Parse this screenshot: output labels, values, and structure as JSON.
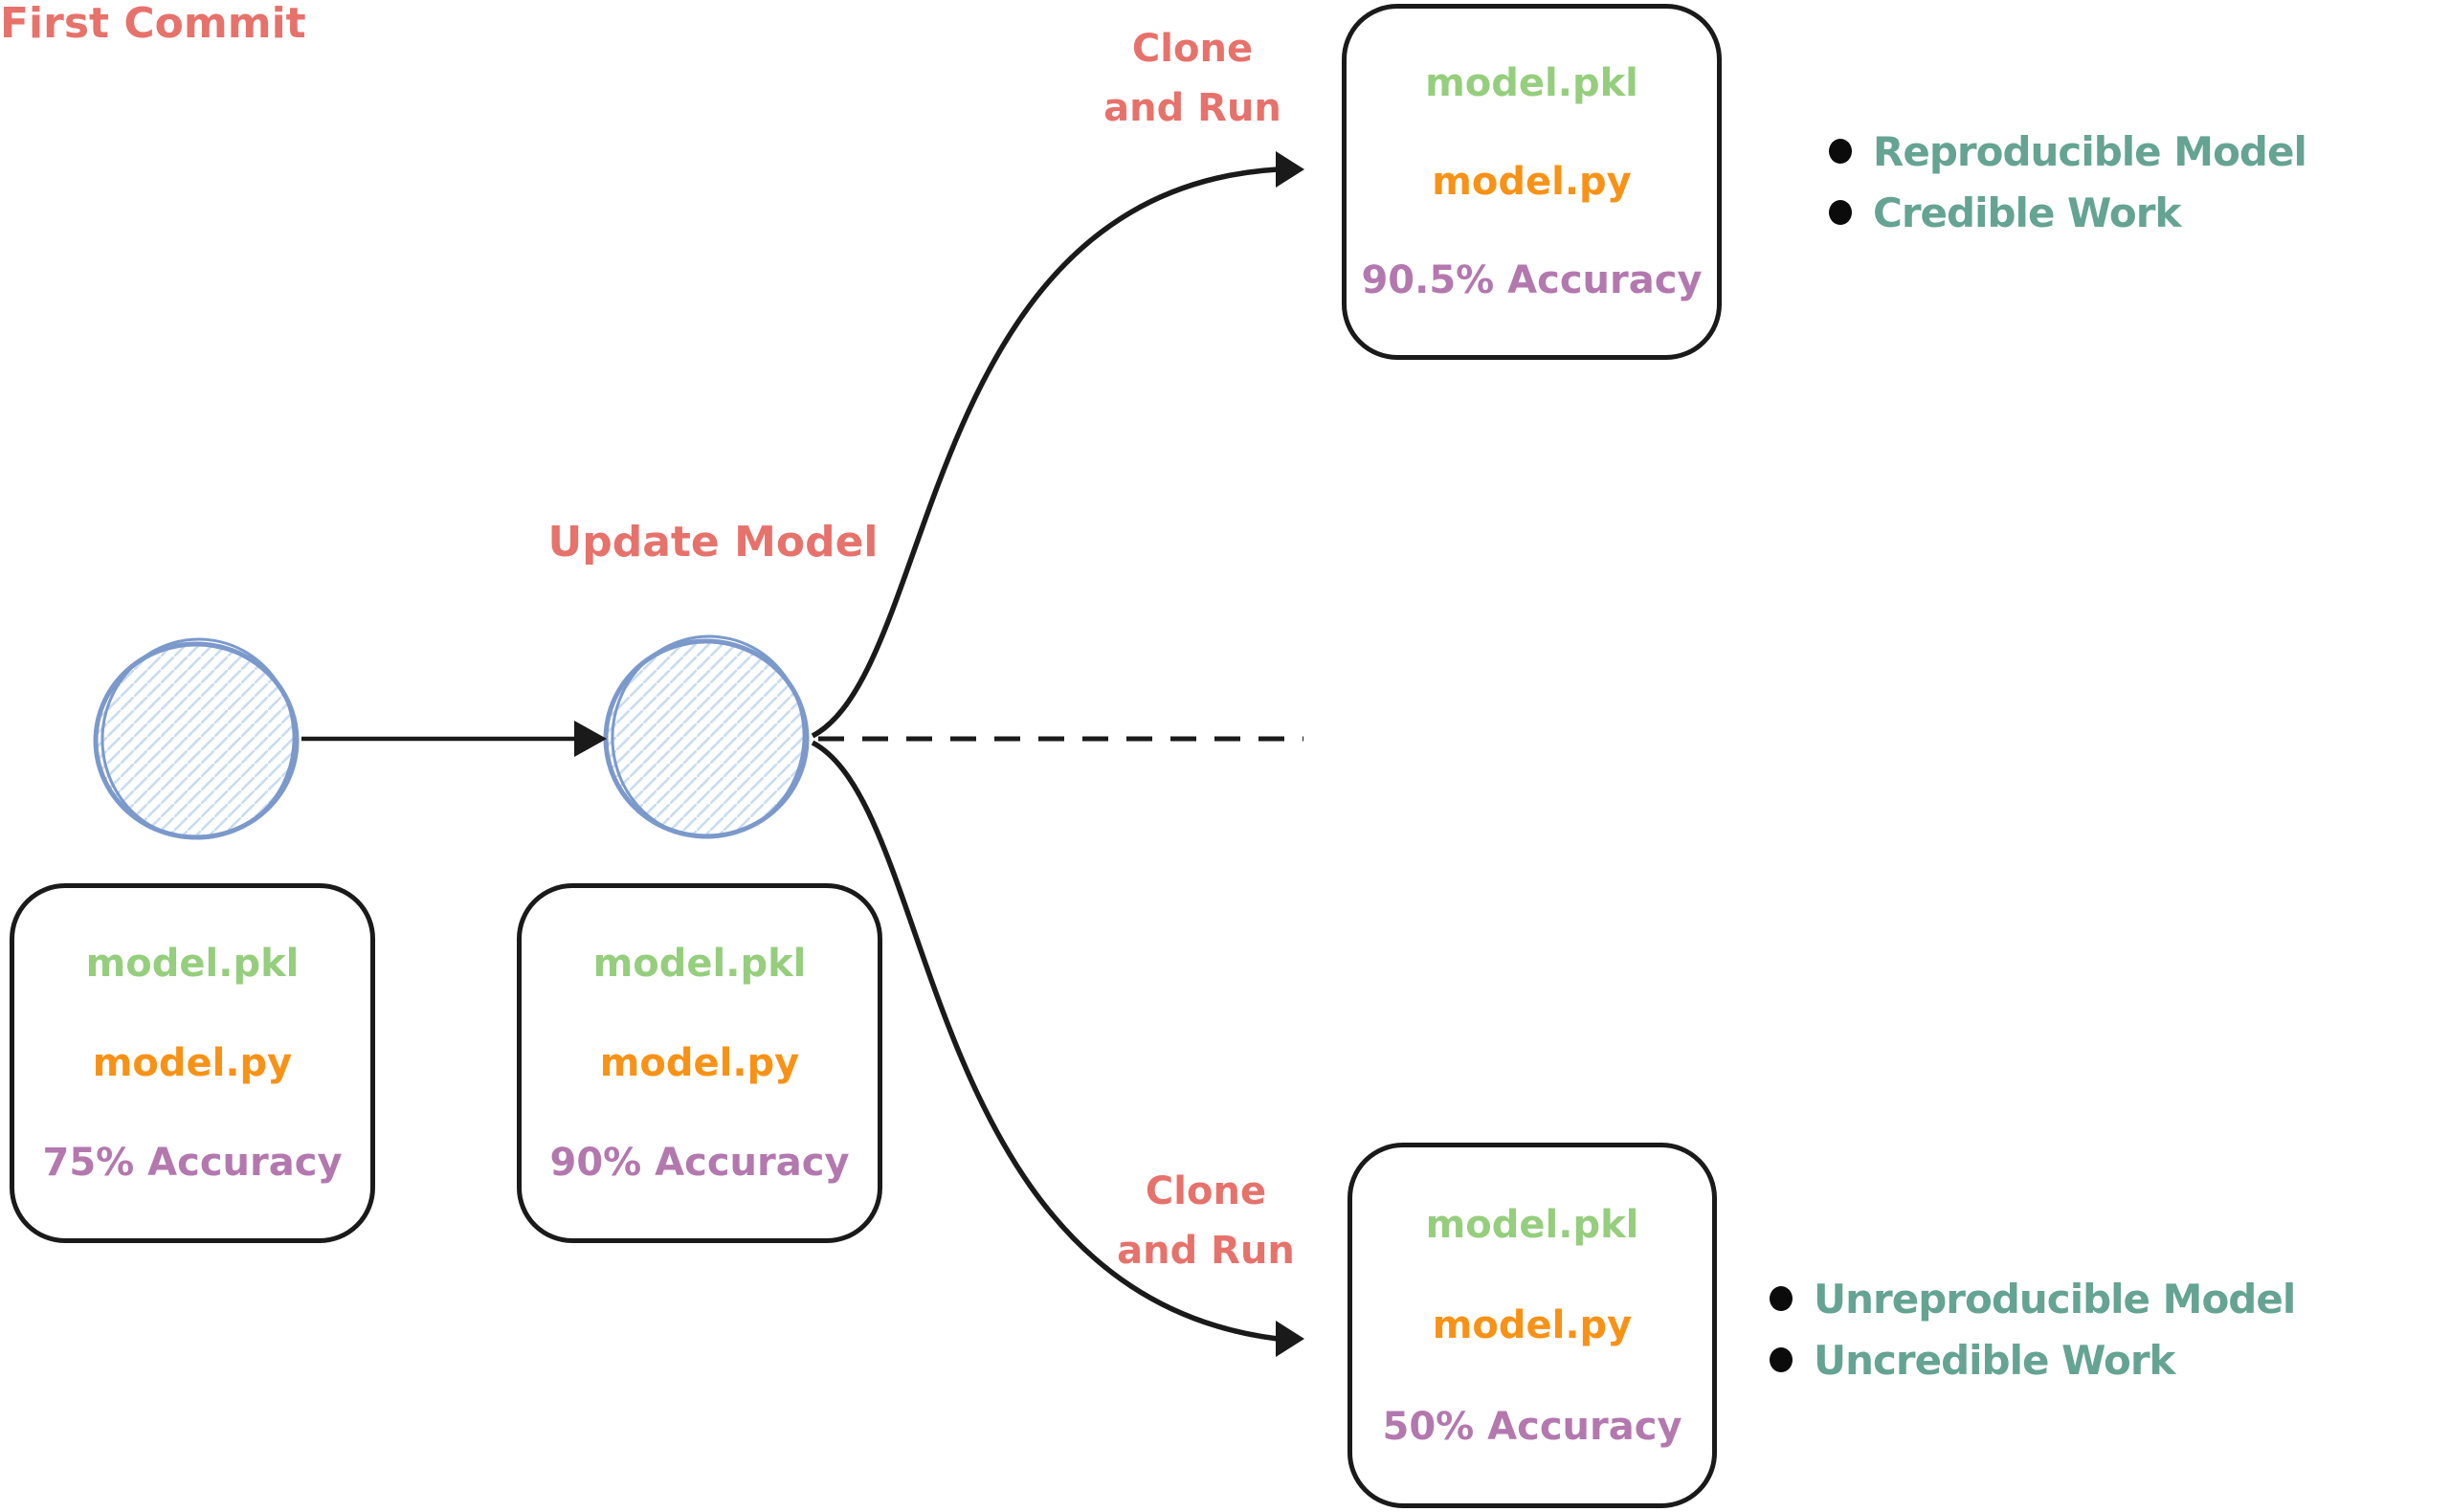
{
  "diagram": {
    "colors": {
      "label_red": "#e6726b",
      "file_green": "#95ce7d",
      "file_orange": "#f89216",
      "accuracy_purple": "#b378ae",
      "outcome_teal": "#65a392",
      "node_blue": "#7b99cb",
      "node_hatch": "#cadcf0",
      "line_black": "#1a1a1a"
    },
    "commits": [
      {
        "title": "First Commit",
        "files": [
          "model.pkl",
          "model.py"
        ],
        "accuracy": "75% Accuracy"
      },
      {
        "title": "Update Model",
        "files": [
          "model.pkl",
          "model.py"
        ],
        "accuracy": "90% Accuracy"
      }
    ],
    "branches": [
      {
        "arrow_label": {
          "line1": "Clone",
          "line2": "and Run"
        },
        "files": [
          "model.pkl",
          "model.py"
        ],
        "accuracy": "90.5% Accuracy",
        "outcomes": [
          "Reproducible Model",
          "Credible Work"
        ]
      },
      {
        "arrow_label": {
          "line1": "Clone",
          "line2": "and Run"
        },
        "files": [
          "model.pkl",
          "model.py"
        ],
        "accuracy": "50% Accuracy",
        "outcomes": [
          "Unreproducible Model",
          "Uncredible Work"
        ]
      }
    ]
  }
}
